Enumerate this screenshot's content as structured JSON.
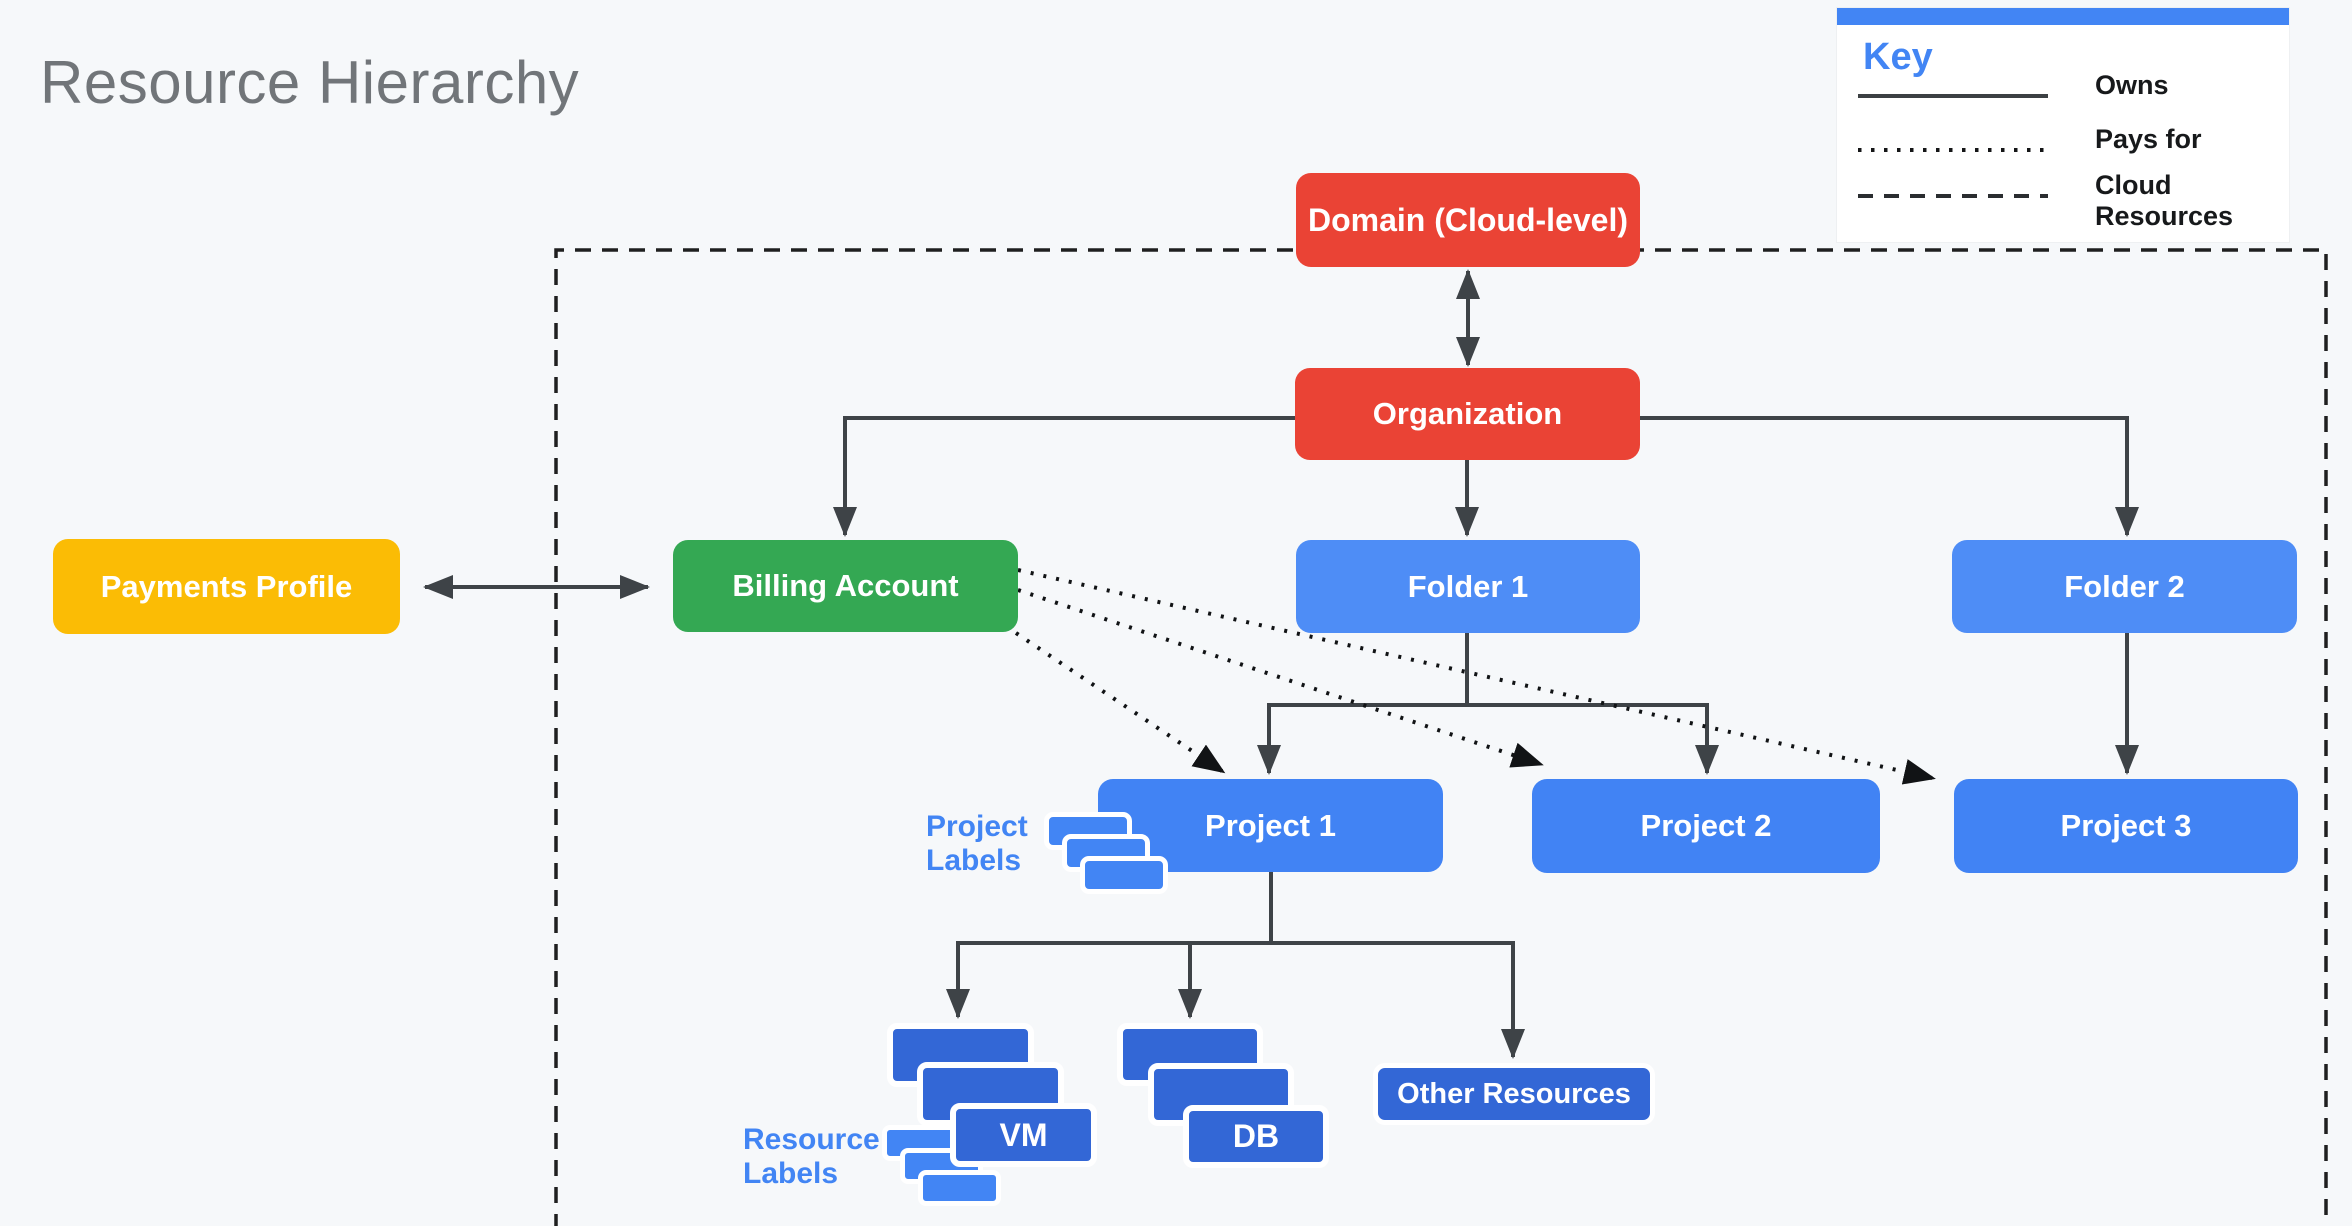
{
  "title": "Resource Hierarchy",
  "legend": {
    "title": "Key",
    "items": [
      {
        "line_style": "solid",
        "label": "Owns"
      },
      {
        "line_style": "dotted",
        "label": "Pays for"
      },
      {
        "line_style": "dashed",
        "label": "Cloud Resources"
      }
    ]
  },
  "nodes": {
    "domain": {
      "label": "Domain (Cloud-level)",
      "color": "#EA4335"
    },
    "organization": {
      "label": "Organization",
      "color": "#EA4335"
    },
    "payments_profile": {
      "label": "Payments Profile",
      "color": "#FBBC05"
    },
    "billing_account": {
      "label": "Billing Account",
      "color": "#34A853"
    },
    "folder_1": {
      "label": "Folder 1",
      "color": "#4E8DF6"
    },
    "folder_2": {
      "label": "Folder 2",
      "color": "#4E8DF6"
    },
    "project_1": {
      "label": "Project 1",
      "color": "#4183F4"
    },
    "project_2": {
      "label": "Project 2",
      "color": "#4183F4"
    },
    "project_3": {
      "label": "Project 3",
      "color": "#4183F4"
    },
    "vm": {
      "label": "VM",
      "color": "#3367D6"
    },
    "db": {
      "label": "DB",
      "color": "#3367D6"
    },
    "other_resources": {
      "label": "Other Resources",
      "color": "#3367D6"
    },
    "label_card": {
      "label": "",
      "color": "#4285F4"
    }
  },
  "annotations": {
    "project_labels": "Project Labels",
    "resource_labels": "Resource Labels"
  },
  "relationships": [
    {
      "from": "Domain (Cloud-level)",
      "to": "Organization",
      "type": "owns",
      "bidirectional": true
    },
    {
      "from": "Payments Profile",
      "to": "Billing Account",
      "type": "owns",
      "bidirectional": true
    },
    {
      "from": "Organization",
      "to": "Billing Account",
      "type": "owns"
    },
    {
      "from": "Organization",
      "to": "Folder 1",
      "type": "owns"
    },
    {
      "from": "Organization",
      "to": "Folder 2",
      "type": "owns"
    },
    {
      "from": "Folder 1",
      "to": "Project 1",
      "type": "owns"
    },
    {
      "from": "Folder 1",
      "to": "Project 2",
      "type": "owns"
    },
    {
      "from": "Folder 2",
      "to": "Project 3",
      "type": "owns"
    },
    {
      "from": "Billing Account",
      "to": "Project 1",
      "type": "pays_for"
    },
    {
      "from": "Billing Account",
      "to": "Project 2",
      "type": "pays_for"
    },
    {
      "from": "Billing Account",
      "to": "Project 3",
      "type": "pays_for"
    },
    {
      "from": "Project 1",
      "to": "VM",
      "type": "cloud_resources"
    },
    {
      "from": "Project 1",
      "to": "DB",
      "type": "cloud_resources"
    },
    {
      "from": "Project 1",
      "to": "Other Resources",
      "type": "cloud_resources"
    }
  ],
  "colors": {
    "background": "#F6F8FA",
    "title_gray": "#717579",
    "legend_accent": "#4285F4",
    "legend_text": "#17191B",
    "connector": "#3E4347",
    "dashed_region": "#1F1F1F",
    "annotation_blue": "#4285F4"
  }
}
